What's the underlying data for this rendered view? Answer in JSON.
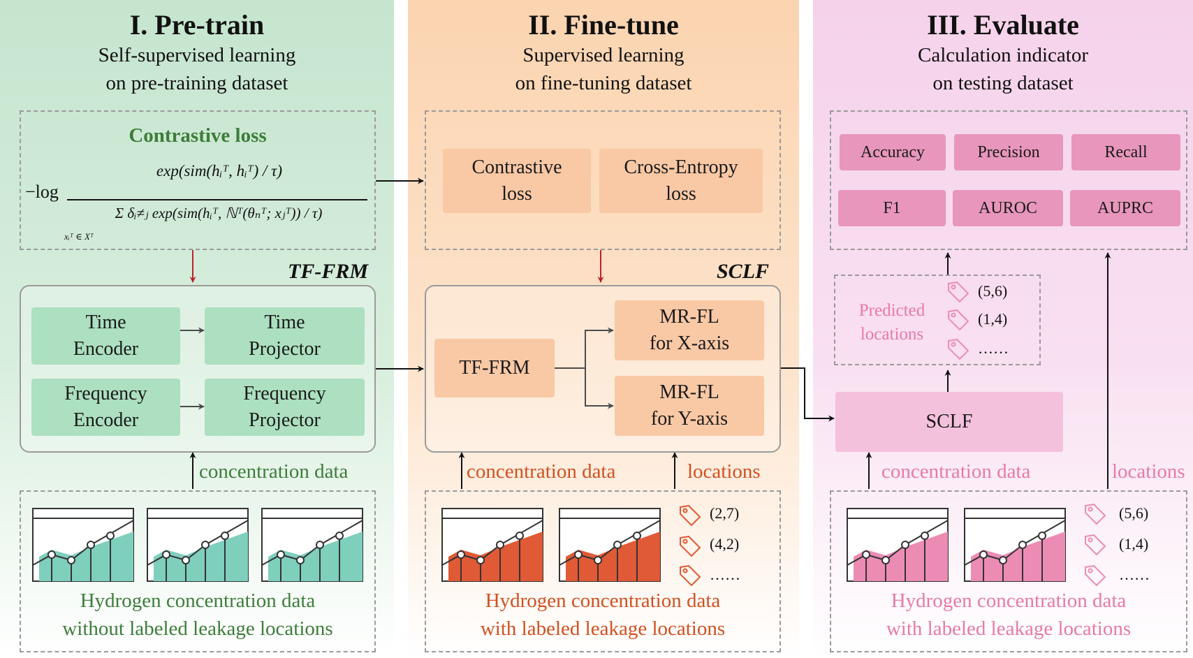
{
  "columns": [
    {
      "title": "I. Pre-train",
      "subtitle_line1": "Self-supervised learning",
      "subtitle_line2": "on pre-training dataset"
    },
    {
      "title": "II. Fine-tune",
      "subtitle_line1": "Supervised learning",
      "subtitle_line2": "on fine-tuning dataset"
    },
    {
      "title": "III. Evaluate",
      "subtitle_line1": "Calculation indicator",
      "subtitle_line2": "on testing dataset"
    }
  ],
  "pretrain": {
    "loss_title": "Contrastive loss",
    "formula": {
      "neg_log": "−log",
      "numerator": "exp(sim(hᵢᵀ, hᵢᵀ) / τ)",
      "denominator": "Σ δᵢ≠ⱼ exp(sim(hᵢᵀ, ℕᵀ(θₙᵀ; xⱼᵀ)) / τ)",
      "sum_index": "xᵢᵀ ∈ Xᵀ"
    },
    "model_label": "TF-FRM",
    "blocks": {
      "time_encoder": "Time\nEncoder",
      "time_projector": "Time\nProjector",
      "freq_encoder": "Frequency\nEncoder",
      "freq_projector": "Frequency\nProjector"
    },
    "input_label": "concentration data",
    "caption_line1": "Hydrogen concentration data",
    "caption_line2": "without labeled leakage locations",
    "color": "#7fcfbd"
  },
  "finetune": {
    "losses": [
      "Contrastive\nloss",
      "Cross-Entropy\nloss"
    ],
    "model_label": "SCLF",
    "blocks": {
      "backbone": "TF-FRM",
      "head_x": "MR-FL\nfor X-axis",
      "head_y": "MR-FL\nfor Y-axis"
    },
    "input_label": "concentration data",
    "locations_label": "locations",
    "locations": [
      "(2,7)",
      "(4,2)",
      "……"
    ],
    "caption_line1": "Hydrogen concentration data",
    "caption_line2": "with labeled leakage locations",
    "color": "#e05a35"
  },
  "evaluate": {
    "metrics": [
      "Accuracy",
      "Precision",
      "Recall",
      "F1",
      "AUROC",
      "AUPRC"
    ],
    "predicted_label": "Predicted\nlocations",
    "predicted": [
      "(5,6)",
      "(1,4)",
      "……"
    ],
    "model": "SCLF",
    "input_label": "concentration data",
    "locations_label": "locations",
    "locations": [
      "(5,6)",
      "(1,4)",
      "……"
    ],
    "caption_line1": "Hydrogen concentration data",
    "caption_line2": "with labeled leakage locations",
    "color": "#ec8cb5"
  }
}
